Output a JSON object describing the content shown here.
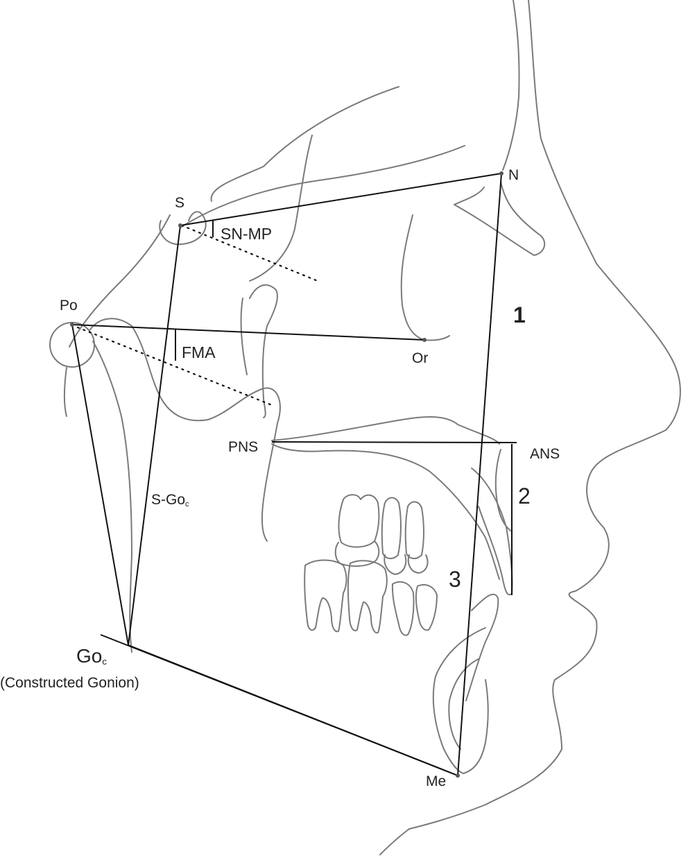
{
  "landmarks": {
    "s": "S",
    "n": "N",
    "po": "Po",
    "or": "Or",
    "pns": "PNS",
    "ans": "ANS",
    "me": "Me",
    "go_main": "Go",
    "go_sub": "c",
    "go_caption": "(Constructed Gonion)"
  },
  "measurements": {
    "sn_mp": "SN-MP",
    "fma": "FMA",
    "s_go_main": "S-Go",
    "s_go_sub": "c"
  },
  "regions": {
    "one": "1",
    "two": "2",
    "three": "3"
  }
}
